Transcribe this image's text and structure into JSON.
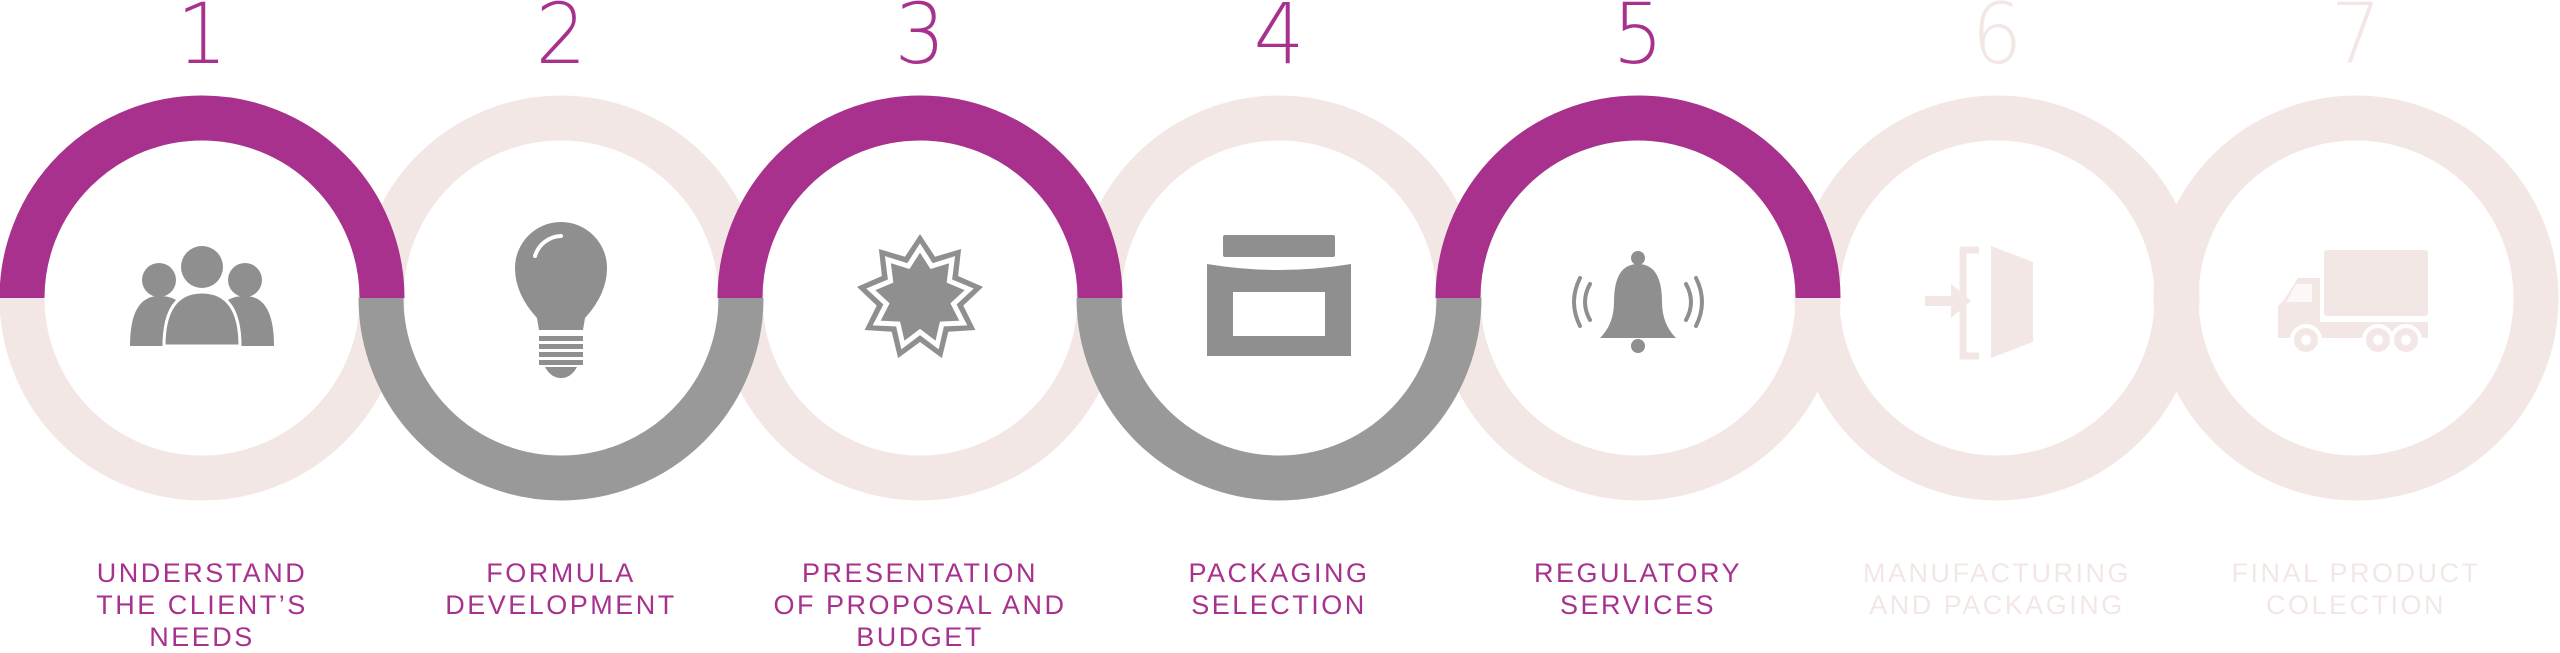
{
  "colors": {
    "active": "#a7318c",
    "gray": "#999999",
    "pale": "#f3e7e5",
    "icon": "#8f8f8f"
  },
  "steps": [
    {
      "number": "1",
      "label_lines": [
        "UNDERSTAND",
        "THE CLIENT’S",
        "NEEDS"
      ],
      "icon": "people-icon",
      "state": "active"
    },
    {
      "number": "2",
      "label_lines": [
        "FORMULA",
        "DEVELOPMENT"
      ],
      "icon": "lightbulb-icon",
      "state": "active"
    },
    {
      "number": "3",
      "label_lines": [
        "PRESENTATION",
        "OF PROPOSAL AND",
        "BUDGET"
      ],
      "icon": "badge-star-icon",
      "state": "active"
    },
    {
      "number": "4",
      "label_lines": [
        "PACKAGING",
        "SELECTION"
      ],
      "icon": "package-box-icon",
      "state": "active"
    },
    {
      "number": "5",
      "label_lines": [
        "REGULATORY",
        "SERVICES"
      ],
      "icon": "bell-icon",
      "state": "active"
    },
    {
      "number": "6",
      "label_lines": [
        "MANUFACTURING",
        "AND PACKAGING"
      ],
      "icon": "door-enter-icon",
      "state": "inactive"
    },
    {
      "number": "7",
      "label_lines": [
        "FINAL PRODUCT",
        "COLECTION"
      ],
      "icon": "delivery-truck-icon",
      "state": "inactive"
    }
  ]
}
